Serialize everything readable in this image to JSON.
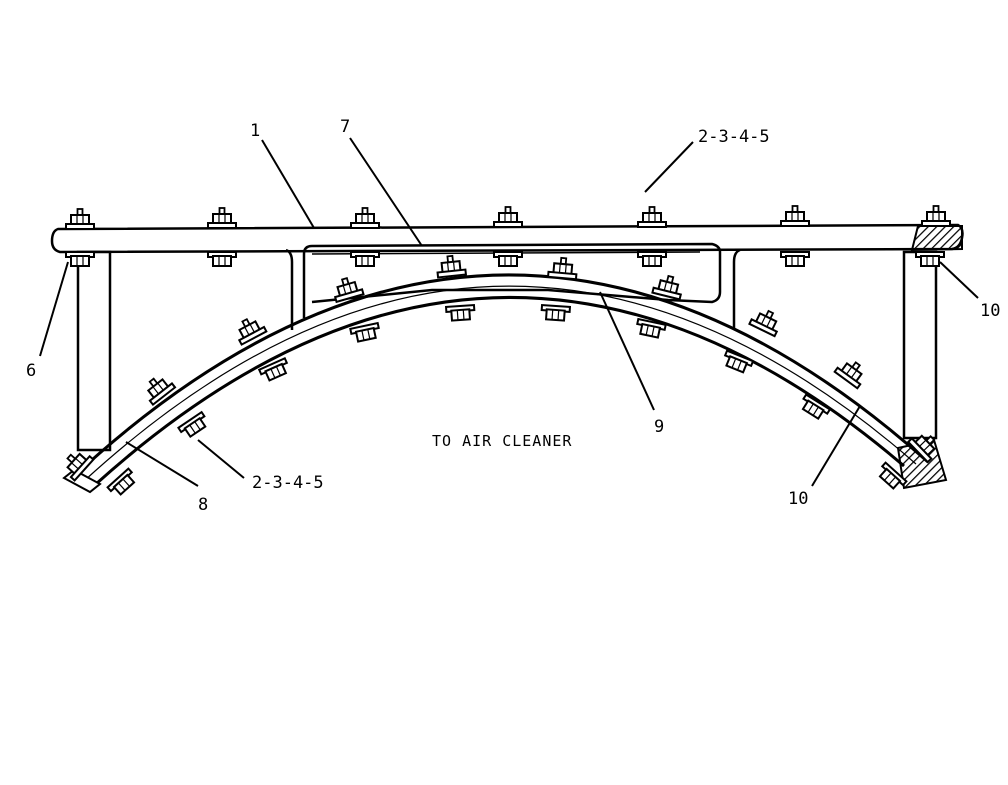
{
  "diagram": {
    "note": "TO AIR CLEANER",
    "callouts": {
      "c1": "1",
      "c7": "7",
      "c2345_top": "2-3-4-5",
      "c6": "6",
      "c10_right": "10",
      "c9": "9",
      "c2345_bottom": "2-3-4-5",
      "c8": "8",
      "c10_bottom": "10"
    }
  }
}
